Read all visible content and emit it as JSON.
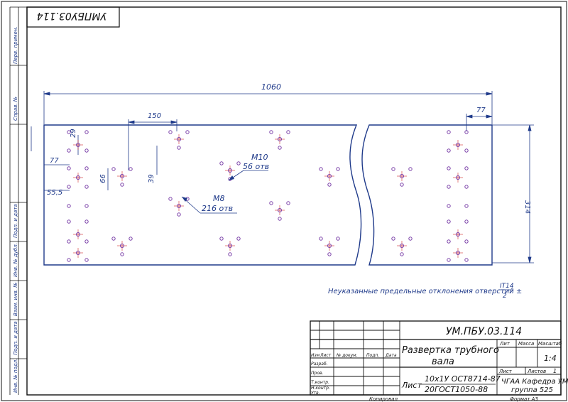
{
  "stamp_top": "УМПБУ03.114",
  "dimensions": {
    "overall_length": "1060",
    "edge_right": "77",
    "pitch_150": "150",
    "d_29": "29",
    "d_77": "77",
    "d_66": "66",
    "d_39": "39",
    "d_55_5": "55,5",
    "height_314": "314"
  },
  "callouts": {
    "m10": "М10",
    "m10_qty": "56 отв",
    "m8": "М8",
    "m8_qty": "216 отв"
  },
  "tolerance_note": {
    "text": "Неуказанные предельные отклонения отверстий ±",
    "numerator": "IT14",
    "denominator": "2"
  },
  "title_block": {
    "code": "УМ.ПБУ.03.114",
    "name_line1": "Развертка трубного",
    "name_line2": "вала",
    "material_top": "10х1У ОСТ8714-87",
    "material_prefix": "Лист",
    "material_bottom": "20ГОСТ1050-88",
    "col_lit": "Лит",
    "col_mass": "Масса",
    "col_scale": "Масштаб",
    "scale_value": "1:4",
    "sheet_label": "Лист",
    "sheets_label": "Листов",
    "sheets_value": "1",
    "org_line1": "ЧГАА Кафедра УМ",
    "org_line2": "группа 525",
    "rows": [
      "Изм",
      "Лист",
      "№ докум.",
      "Подп.",
      "Дата",
      "Разраб.",
      "Пров.",
      "Т.контр.",
      "Н.контр.",
      "Утв."
    ],
    "copied": "Копировал",
    "format": "Формат А3"
  },
  "side_strip": [
    "Перв. примен.",
    "Справ. №",
    "Подп. и дата",
    "Инв. № дубл.",
    "Взам. инв. №",
    "Подп. и дата",
    "Инв. № подл."
  ],
  "colors": {
    "line": "#1f3a8a",
    "frame": "#111111",
    "hole": "#7a3fa8",
    "center": "#d02a2a"
  }
}
